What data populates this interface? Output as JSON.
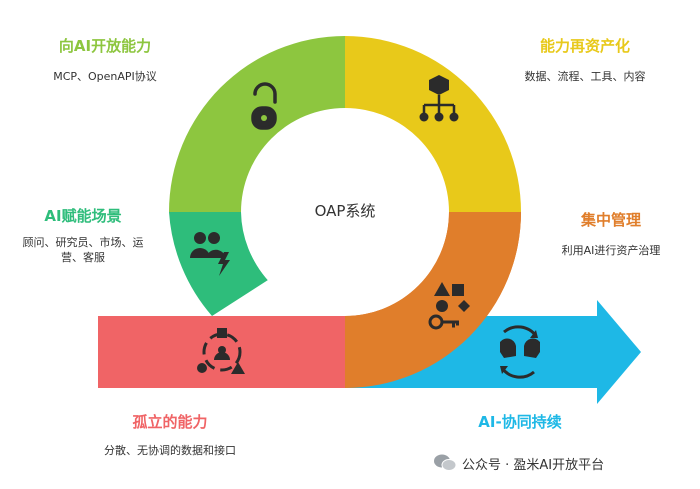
{
  "center_label": "OAP系统",
  "segments": [
    {
      "id": "open-capability",
      "title": "向AI开放能力",
      "desc": "MCP、OpenAPI协议",
      "color": "#8DC63F",
      "icon": "unlock-icon"
    },
    {
      "id": "asset-capability",
      "title": "能力再资产化",
      "desc": "数据、流程、工具、内容",
      "color": "#E8C91A",
      "icon": "hierarchy-icon"
    },
    {
      "id": "ai-scenarios",
      "title": "AI赋能场景",
      "desc": "顾问、研究员、市场、运营、客服",
      "color": "#2EBD7B",
      "icon": "people-lightning-icon"
    },
    {
      "id": "central-management",
      "title": "集中管理",
      "desc": "利用AI进行资产治理",
      "color": "#E07E2B",
      "icon": "shapes-key-icon"
    },
    {
      "id": "isolated-capability",
      "title": "孤立的能力",
      "desc": "分散、无协调的数据和接口",
      "color": "#F06466",
      "icon": "scattered-shapes-icon"
    },
    {
      "id": "ai-collaboration",
      "title": "AI-协同持续",
      "desc": "",
      "color": "#1EB8E6",
      "icon": "collaboration-icon"
    }
  ],
  "watermark": {
    "text": "公众号 · 盈米AI开放平台",
    "icon": "wechat-icon"
  }
}
